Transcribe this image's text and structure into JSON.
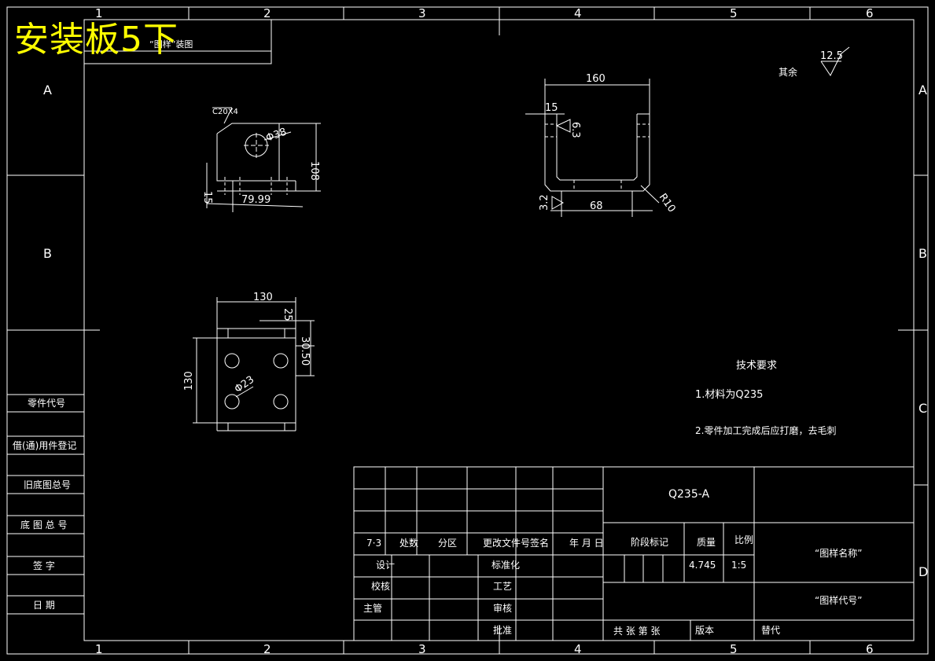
{
  "title_overlay": "安装板5下",
  "column_numbers": [
    "1",
    "2",
    "3",
    "4",
    "5",
    "6"
  ],
  "row_letters": [
    "A",
    "B",
    "C",
    "D"
  ],
  "left_block": {
    "part_code": "零件代号",
    "borrow_reg": "借(通)用件登记",
    "old_base_no": "旧底图总号",
    "base_no": "底 图 总 号",
    "sign": "签  字",
    "date": "日  期"
  },
  "top_box_text": "“图样”装图",
  "surface_finish": {
    "label": "其余",
    "value": "12.5"
  },
  "views": {
    "front": {
      "chamfer": "C20X4",
      "hole_dia": "Φ38",
      "height": "108",
      "bottom": "15",
      "width": "79.99"
    },
    "plan": {
      "width": "130",
      "offset": "25",
      "height": "130",
      "spacing": "30.50",
      "hole": "Φ23"
    },
    "side": {
      "width": "160",
      "flange": "15",
      "thickness": "6.3",
      "inner": "68",
      "radius": "R10",
      "depth": "3.2"
    }
  },
  "tech_req": {
    "heading": "技术要求",
    "item1": "1.材料为Q235",
    "item2": "2.零件加工完成后应打磨，去毛刺"
  },
  "title_block": {
    "material": "Q235-A",
    "rev_headers": [
      "7·3",
      "处数",
      "分区",
      "更改文件号",
      "签名",
      "年 月 日"
    ],
    "designer": "设计",
    "std": "标准化",
    "checker": "校核",
    "craft": "工艺",
    "chief": "主管",
    "review": "审核",
    "approve": "批准",
    "stage": "阶段标记",
    "mass_label": "质量",
    "scale_label": "比例",
    "mass": "4.745",
    "scale": "1:5",
    "sheets": "共  张  第  张",
    "version": "版本",
    "replace": "替代",
    "drawing_name": "“图样名称”",
    "drawing_code": "“图样代号”"
  }
}
